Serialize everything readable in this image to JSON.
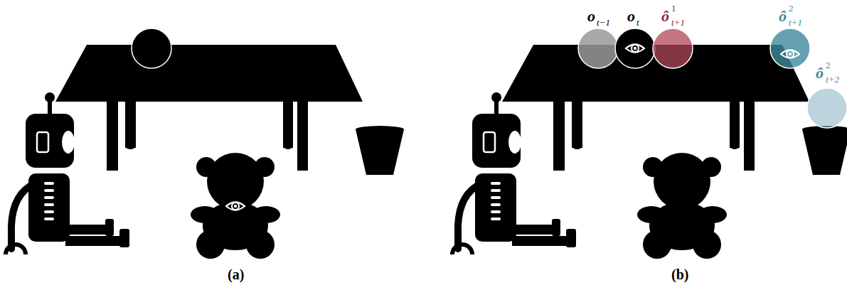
{
  "diagram": {
    "labels": [
      "o",
      "t−1",
      "o",
      "t",
      "ô",
      "1",
      "t+1",
      "ô",
      "2",
      "t+1",
      "ô",
      "2",
      "t+2",
      "(a)",
      "(b)"
    ]
  }
}
